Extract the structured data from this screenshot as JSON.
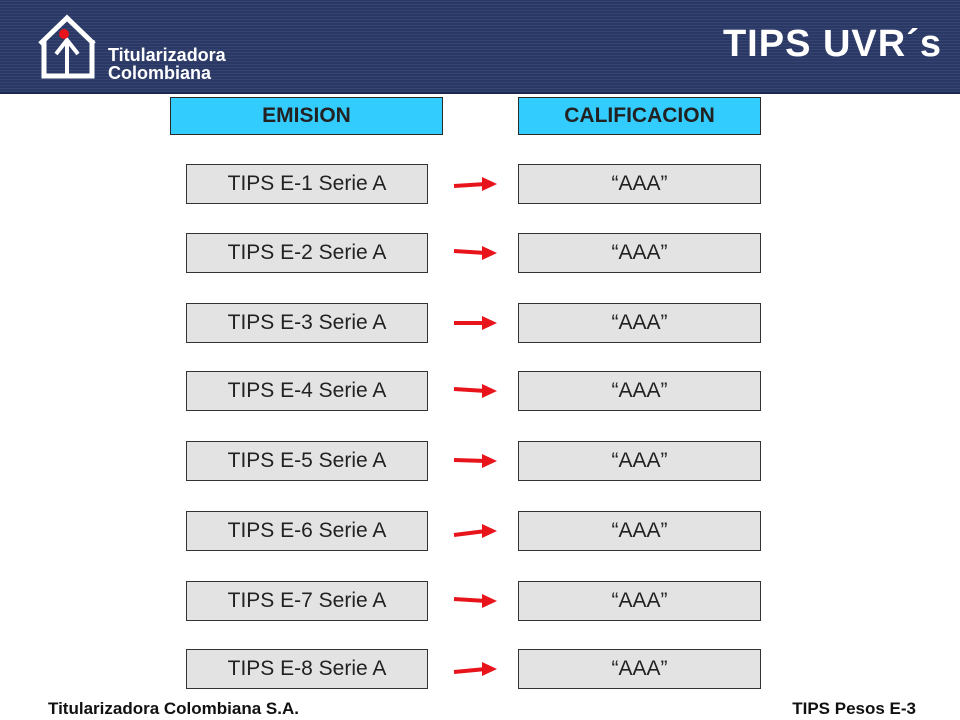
{
  "header": {
    "logo_line1": "Titularizadora",
    "logo_line2": "Colombiana",
    "title": "TIPS UVR´s"
  },
  "columns": {
    "emision": "EMISION",
    "calificacion": "CALIFICACION"
  },
  "rows": [
    {
      "emision": "TIPS E-1 Serie A",
      "calificacion": "“AAA”"
    },
    {
      "emision": "TIPS E-2 Serie A",
      "calificacion": "“AAA”"
    },
    {
      "emision": "TIPS E-3 Serie A",
      "calificacion": "“AAA”"
    },
    {
      "emision": "TIPS E-4 Serie A",
      "calificacion": "“AAA”"
    },
    {
      "emision": "TIPS E-5 Serie A",
      "calificacion": "“AAA”"
    },
    {
      "emision": "TIPS E-6 Serie A",
      "calificacion": "“AAA”"
    },
    {
      "emision": "TIPS E-7 Serie A",
      "calificacion": "“AAA”"
    },
    {
      "emision": "TIPS E-8 Serie A",
      "calificacion": "“AAA”"
    }
  ],
  "footer": {
    "left": "Titularizadora Colombiana S.A.",
    "right": "TIPS Pesos E-3"
  },
  "colors": {
    "header_bg": "#2a3866",
    "column_header_bg": "#33ccff",
    "box_bg": "#e3e3e3",
    "arrow": "#e8141b",
    "logo_dot": "#e8141b"
  },
  "icons": {
    "logo": "house-arrow-logo-icon",
    "connector": "arrow-right-icon"
  }
}
